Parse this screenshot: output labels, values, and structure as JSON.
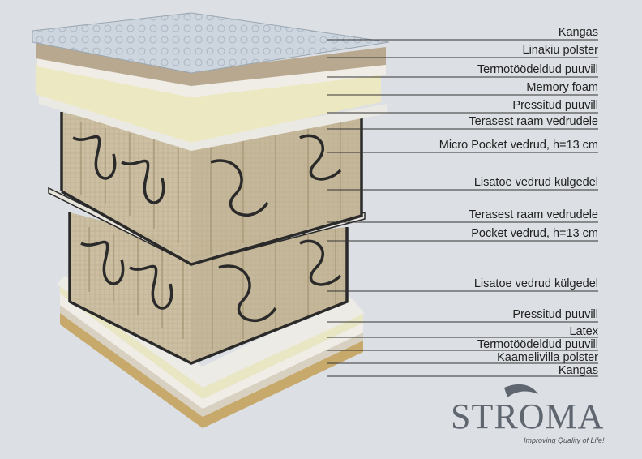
{
  "labels_top": [
    "Kangas",
    "Linakiu polster",
    "Termotöödeldud puuvill",
    "Memory foam",
    "Pressitud puuvill",
    "Terasest raam vedrudele",
    "Micro Pocket vedrud, h=13 cm",
    "Lisatoe vedrud külgedel",
    "Terasest raam vedrudele",
    "Pocket vedrud, h=13 cm",
    "Lisatoe vedrud külgedel"
  ],
  "labels_bottom": [
    "Pressitud puuvill",
    "Latex",
    "Termotöödeldud puuvill",
    "Kaamelivilla polster",
    "Kangas"
  ],
  "brand": {
    "name": "STROMA",
    "tagline": "Improving Quality of Life!"
  },
  "colors": {
    "background": "#dcdfe3",
    "fabric": "#c9d3dc",
    "felt": "#b8a88f",
    "memory_foam": "#ece9c2",
    "cotton": "#ebe9e3",
    "spring_fabric": "#cfc2a6",
    "steel": "#2a2a2a",
    "latex": "#e9e6c4",
    "camel_wool": "#c7a96b"
  }
}
